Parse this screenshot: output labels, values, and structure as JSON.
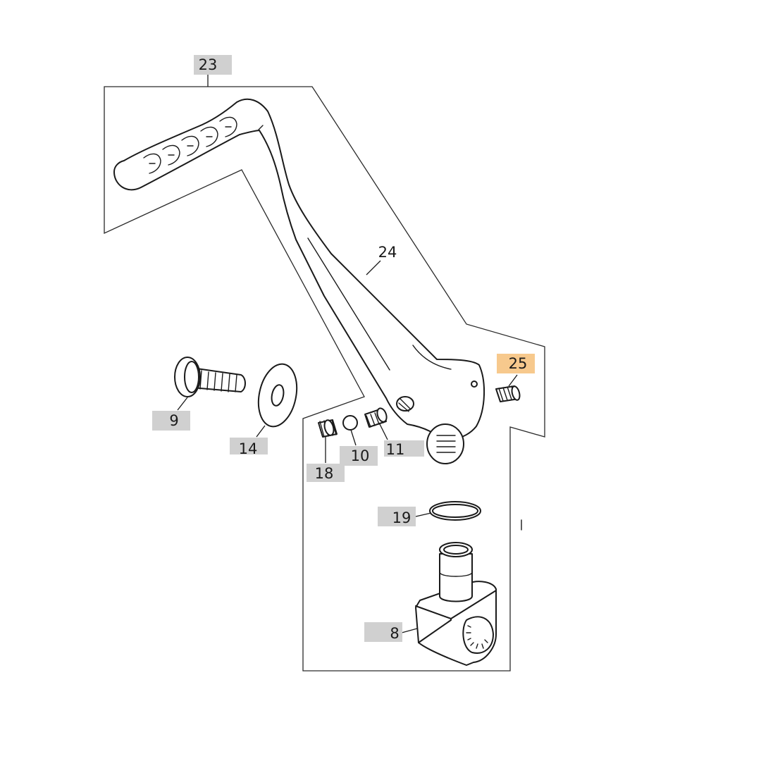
{
  "diagram": {
    "highlight_color": "#f7c98d",
    "label_color": "#d0d0d0",
    "callouts": [
      {
        "id": "23",
        "label": "23"
      },
      {
        "id": "24",
        "label": "24"
      },
      {
        "id": "25",
        "label": "25",
        "highlighted": true
      },
      {
        "id": "9",
        "label": "9"
      },
      {
        "id": "14",
        "label": "14"
      },
      {
        "id": "18",
        "label": "18"
      },
      {
        "id": "10",
        "label": "10"
      },
      {
        "id": "11",
        "label": "11"
      },
      {
        "id": "19",
        "label": "19"
      },
      {
        "id": "8",
        "label": "8"
      }
    ]
  }
}
